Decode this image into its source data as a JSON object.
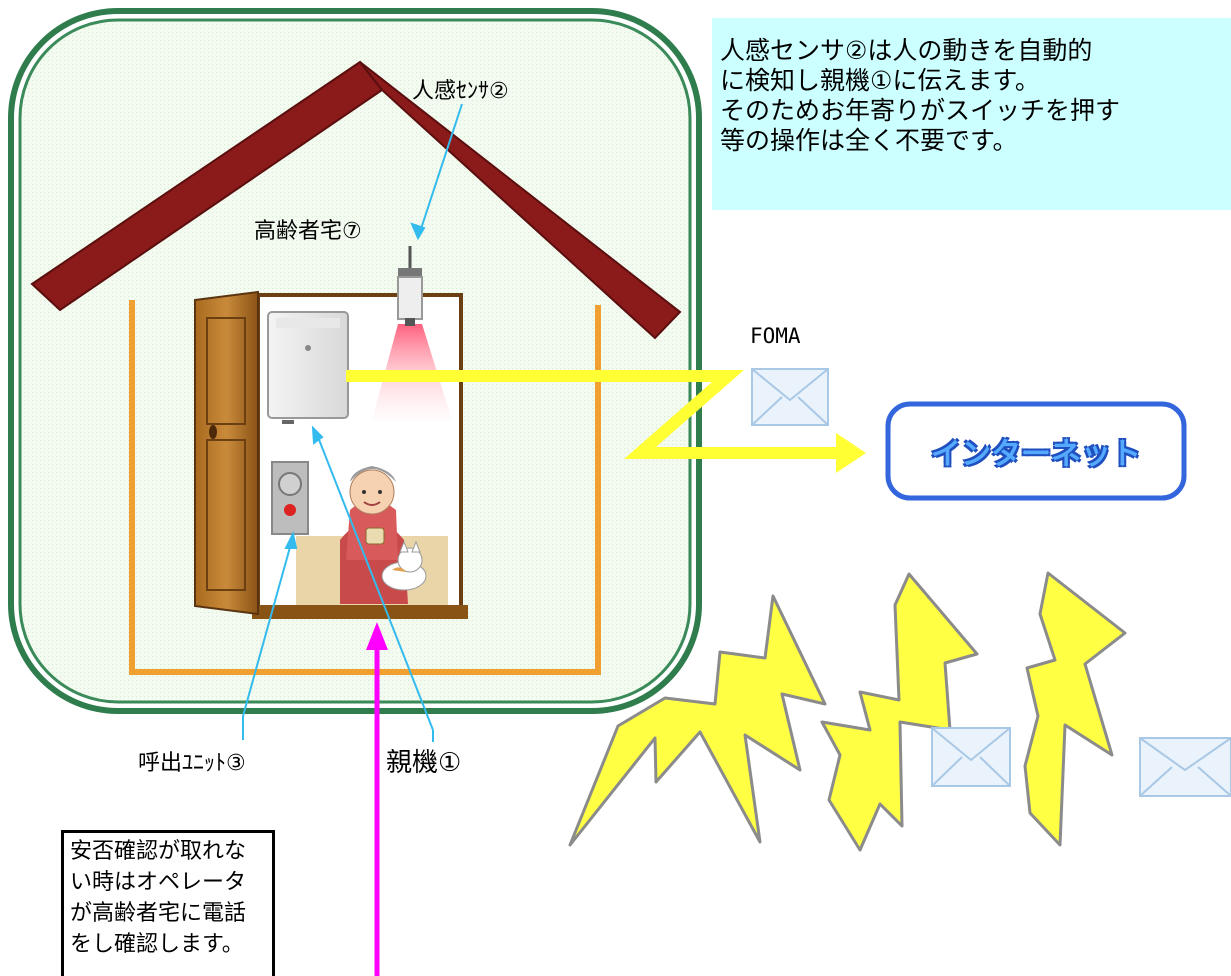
{
  "info_box": {
    "lines": [
      "人感センサ②は人の動きを自動的",
      "に検知し親機①に伝えます。",
      "そのためお年寄りがスイッチを押す",
      "等の操作は全く不要です。"
    ]
  },
  "labels": {
    "sensor": "人感ｾﾝｻ②",
    "home": "高齢者宅⑦",
    "foma": "FOMA",
    "call_unit": "呼出ﾕﾆｯﾄ③",
    "parent_unit": "親機①",
    "internet": "インターネット"
  },
  "note_box": {
    "lines": [
      "安否確認が取れな",
      "い時はオペレータ",
      "が高齢者宅に電話",
      "をし確認します。"
    ]
  },
  "colors": {
    "house_frame": "#3a8a5a",
    "house_fill": "#eef8ea",
    "roof": "#8b1a1a",
    "wall_line": "#f0a030",
    "signal": "#ffff33",
    "callout": "#33bbee",
    "phone_line": "#ff00ff",
    "internet_border": "#3366dd",
    "lightning": "#ffff44"
  },
  "icons": [
    "envelope-icon",
    "lightning-icon",
    "sensor-icon",
    "door-icon",
    "grandmother-icon",
    "cat-icon"
  ]
}
